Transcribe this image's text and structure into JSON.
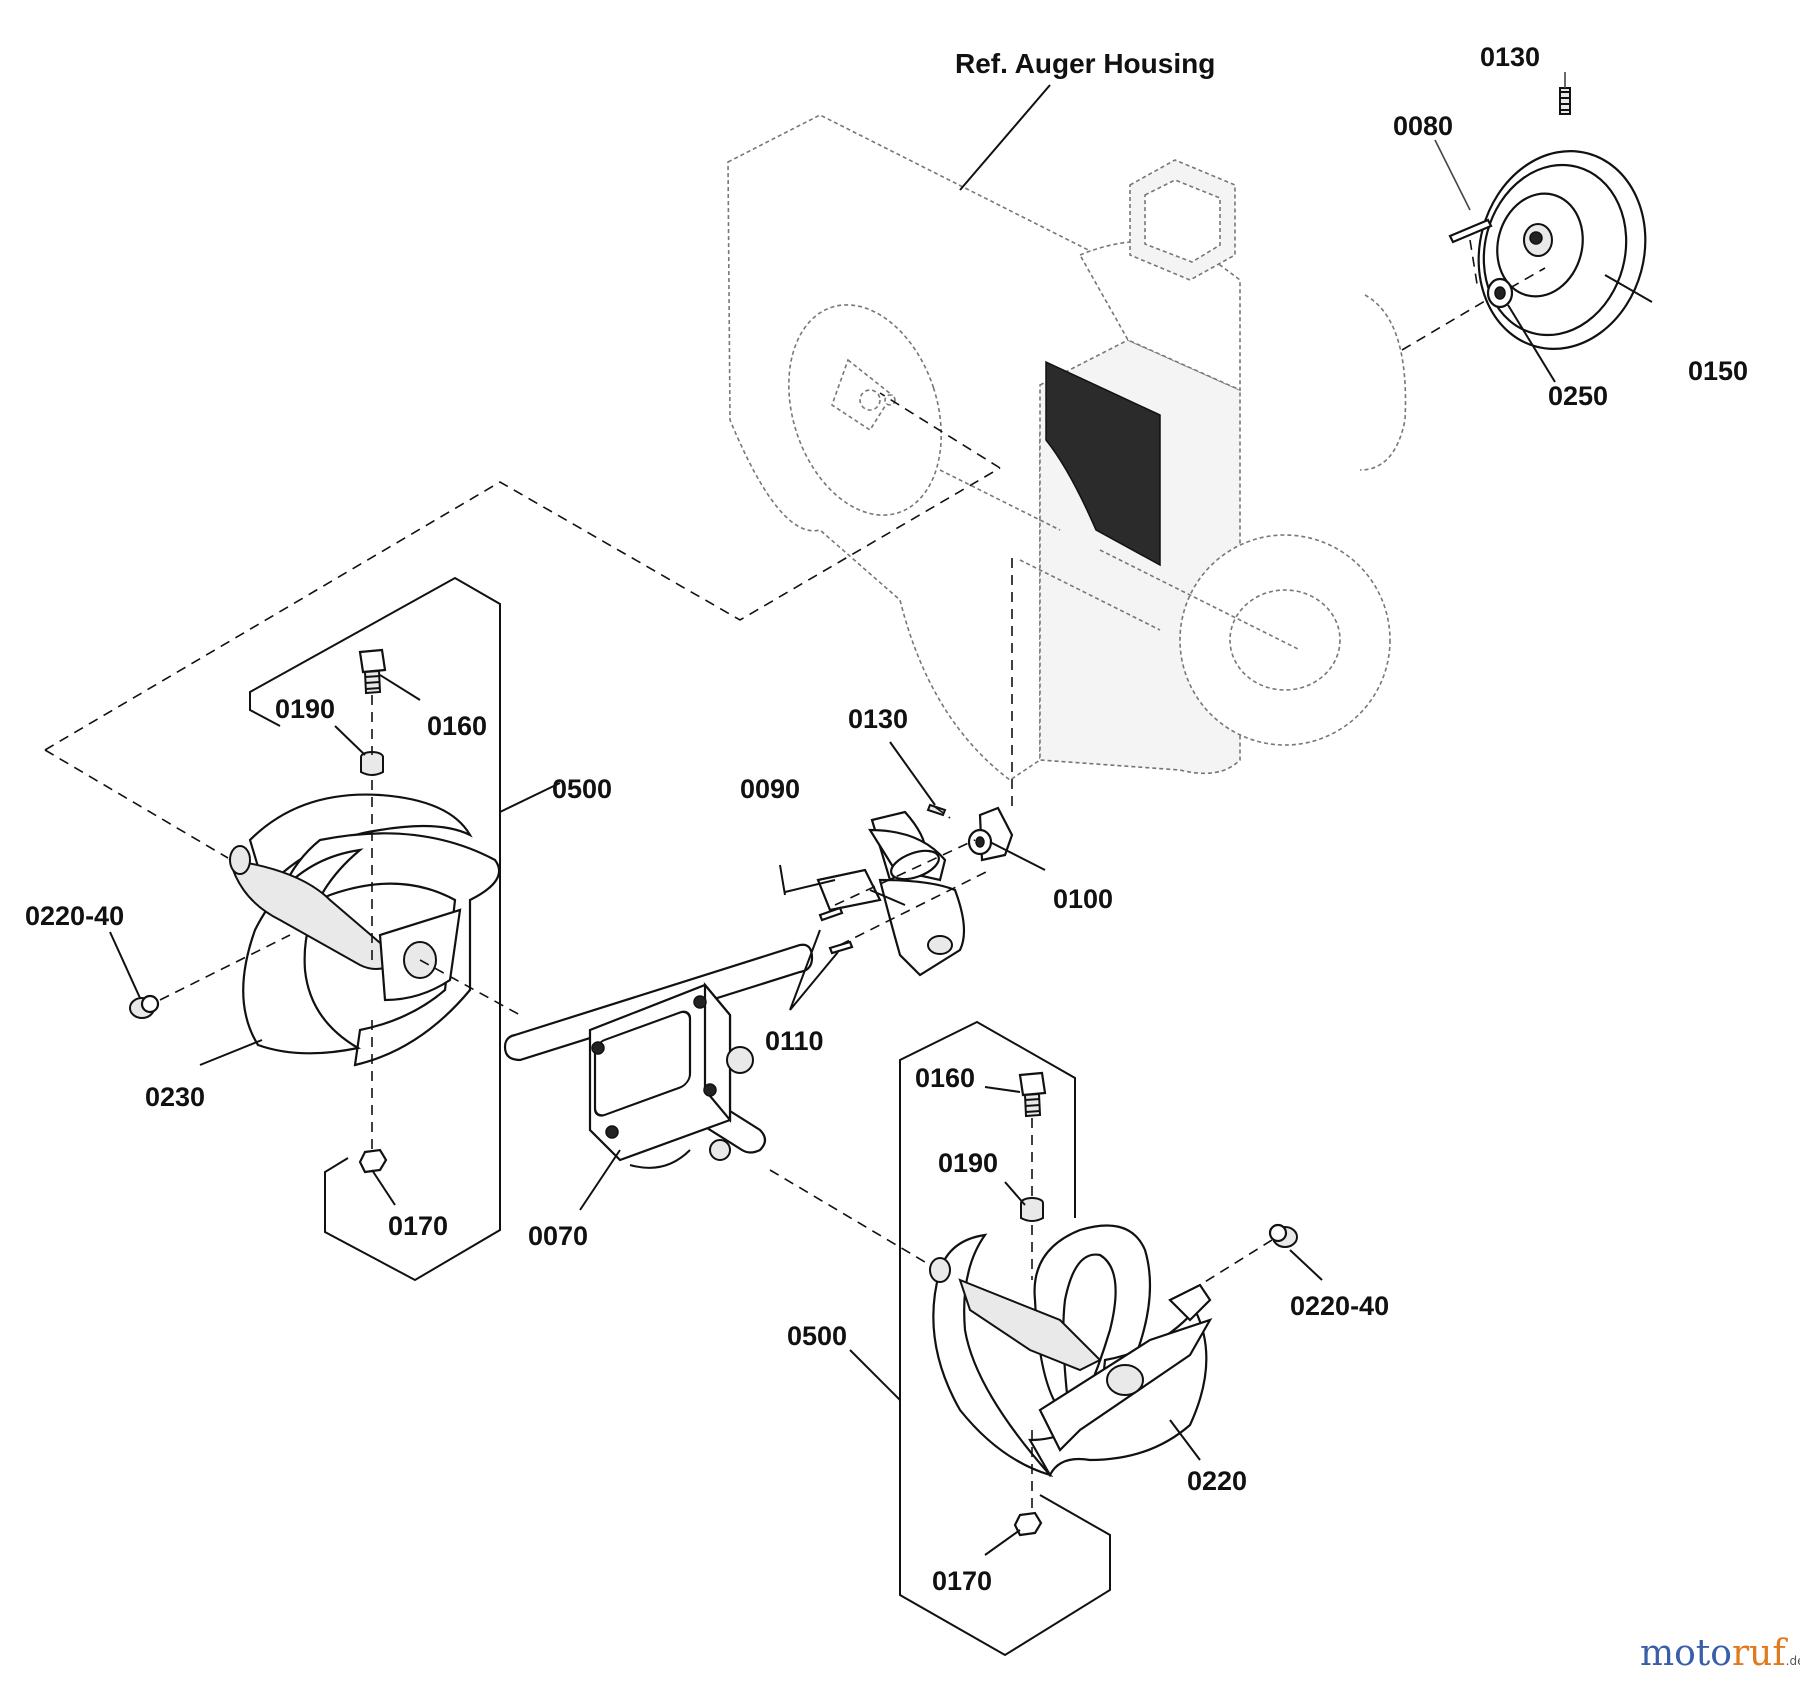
{
  "title": "Ref. Auger Housing",
  "labels": {
    "l0130_top": "0130",
    "l0080": "0080",
    "l0150": "0150",
    "l0250": "0250",
    "l0190_left": "0190",
    "l0160_left": "0160",
    "l0500_left": "0500",
    "l0090": "0090",
    "l0130_mid": "0130",
    "l0100": "0100",
    "l0220_40_left": "0220-40",
    "l0110": "0110",
    "l0230": "0230",
    "l0170_left": "0170",
    "l0070": "0070",
    "l0160_right": "0160",
    "l0190_right": "0190",
    "l0220_40_right": "0220-40",
    "l0500_right": "0500",
    "l0220": "0220",
    "l0170_right": "0170"
  },
  "watermark": {
    "part1": "moto",
    "part2": "ruf",
    "suffix": ".de"
  }
}
